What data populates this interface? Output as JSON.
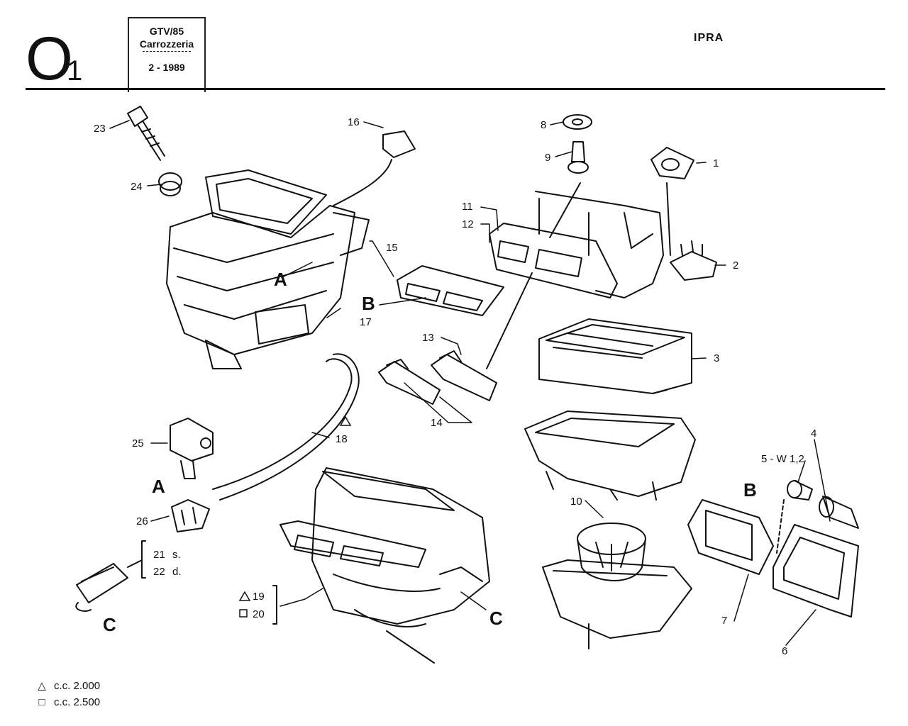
{
  "header": {
    "section_code": "O",
    "section_sub": "1",
    "model": "GTV/85",
    "group": "Carrozzeria",
    "date": "2 - 1989",
    "make": "IPRA"
  },
  "callouts": {
    "c1": "1",
    "c2": "2",
    "c3": "3",
    "c4": "4",
    "c5": "5 - W 1,2",
    "c6": "6",
    "c7": "7",
    "c8": "8",
    "c9": "9",
    "c10": "10",
    "c11": "11",
    "c12": "12",
    "c13": "13",
    "c14": "14",
    "c15": "15",
    "c16": "16",
    "c17": "17",
    "c18": "18",
    "c19": "19",
    "c20": "20",
    "c21": "21",
    "c22": "22",
    "c23": "23",
    "c24": "24",
    "c25": "25",
    "c26": "26",
    "s": "s.",
    "d": "d."
  },
  "letters": {
    "A": "A",
    "B": "B",
    "C": "C"
  },
  "legend": {
    "triangle_symbol": "△",
    "triangle_text": "c.c. 2.000",
    "square_symbol": "□",
    "square_text": "c.c. 2.500"
  },
  "icons": {
    "triangle": "triangle-marker-icon",
    "square": "square-marker-icon"
  }
}
